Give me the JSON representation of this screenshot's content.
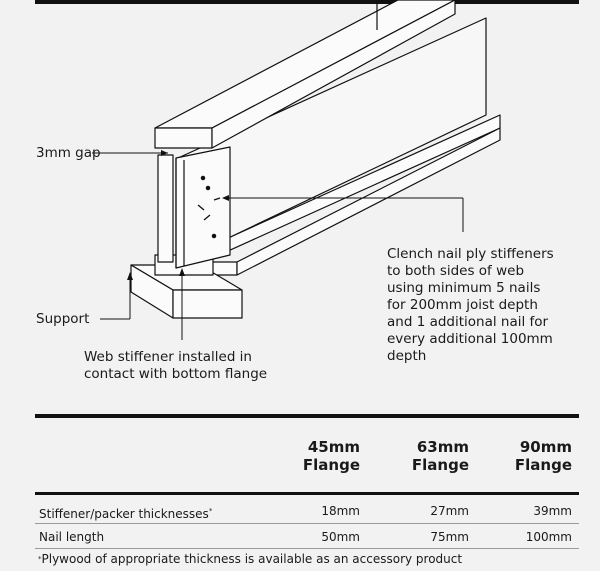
{
  "diagram": {
    "gap_label": "3mm gap",
    "support_label": "Support",
    "stiffener_label_line1": "Web stiffener installed in",
    "stiffener_label_line2": "contact with bottom flange",
    "clench_lines": [
      "Clench nail ply stiffeners",
      "to both sides of web",
      "using minimum 5 nails",
      "for 200mm joist depth",
      "and 1 additional nail for",
      "every additional 100mm",
      "depth"
    ]
  },
  "table": {
    "headers": [
      {
        "line1": "45mm",
        "line2": "Flange"
      },
      {
        "line1": "63mm",
        "line2": "Flange"
      },
      {
        "line1": "90mm",
        "line2": "Flange"
      }
    ],
    "rows": [
      {
        "label": "Stiffener/packer thicknesses",
        "marker": "*",
        "values": [
          "18mm",
          "27mm",
          "39mm"
        ]
      },
      {
        "label": "Nail length",
        "marker": "",
        "values": [
          "50mm",
          "75mm",
          "100mm"
        ]
      }
    ],
    "footnote_marker": "*",
    "footnote": "Plywood of appropriate thickness is available as an accessory product"
  }
}
